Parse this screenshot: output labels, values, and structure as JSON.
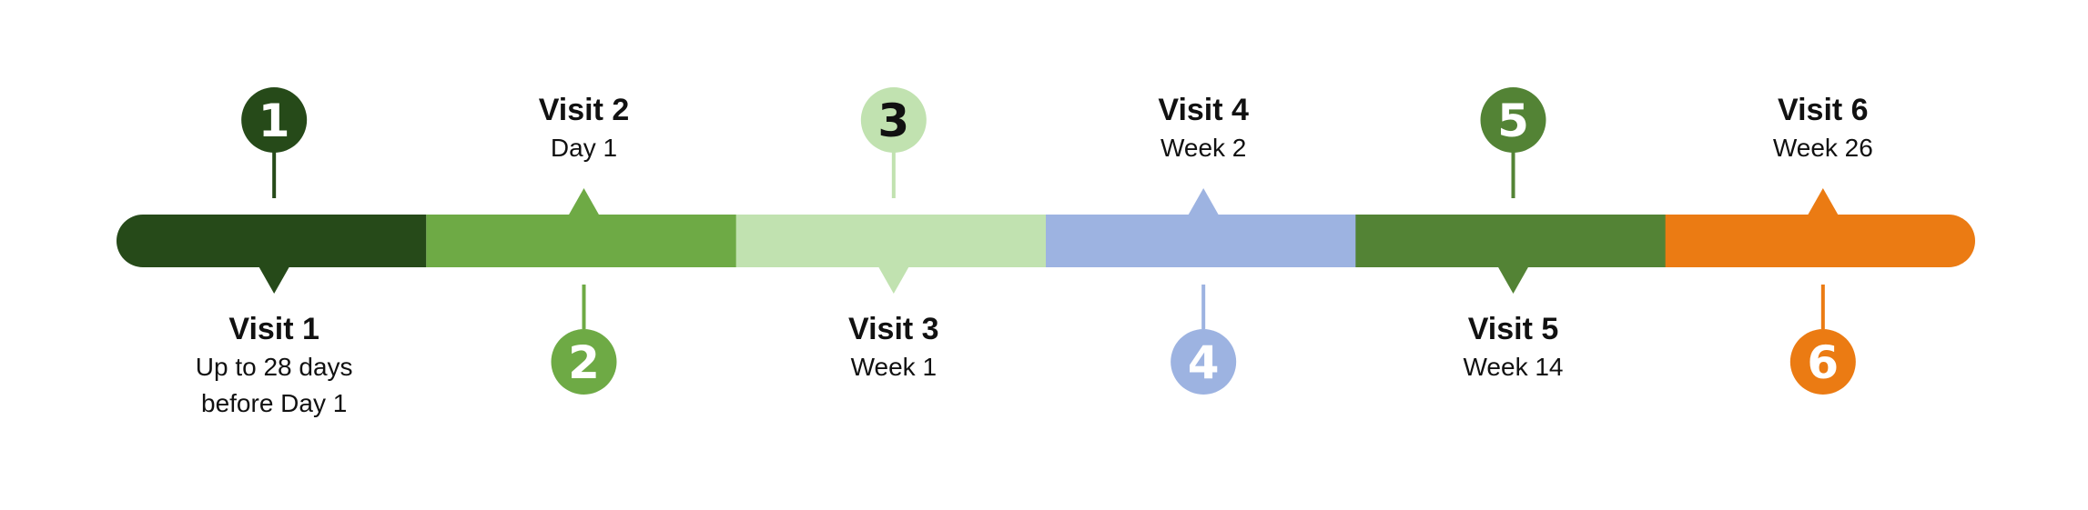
{
  "visits": [
    {
      "number": "1",
      "title": "Visit 1",
      "lines": [
        "Up to 28 days",
        "before Day 1"
      ],
      "color": "#264a19",
      "number_color": "#ffffff",
      "marker_side": "top",
      "label_side": "bottom"
    },
    {
      "number": "2",
      "title": "Visit 2",
      "lines": [
        "Day 1"
      ],
      "color": "#6eaa45",
      "number_color": "#ffffff",
      "marker_side": "bottom",
      "label_side": "top"
    },
    {
      "number": "3",
      "title": "Visit 3",
      "lines": [
        "Week 1"
      ],
      "color": "#c1e2b0",
      "number_color": "#111111",
      "marker_side": "top",
      "label_side": "bottom"
    },
    {
      "number": "4",
      "title": "Visit 4",
      "lines": [
        "Week 2"
      ],
      "color": "#9db3e1",
      "number_color": "#ffffff",
      "marker_side": "bottom",
      "label_side": "top"
    },
    {
      "number": "5",
      "title": "Visit 5",
      "lines": [
        "Week 14"
      ],
      "color": "#538335",
      "number_color": "#ffffff",
      "marker_side": "top",
      "label_side": "bottom"
    },
    {
      "number": "6",
      "title": "Visit 6",
      "lines": [
        "Week 26"
      ],
      "color": "#eb7b13",
      "number_color": "#ffffff",
      "marker_side": "bottom",
      "label_side": "top"
    }
  ]
}
